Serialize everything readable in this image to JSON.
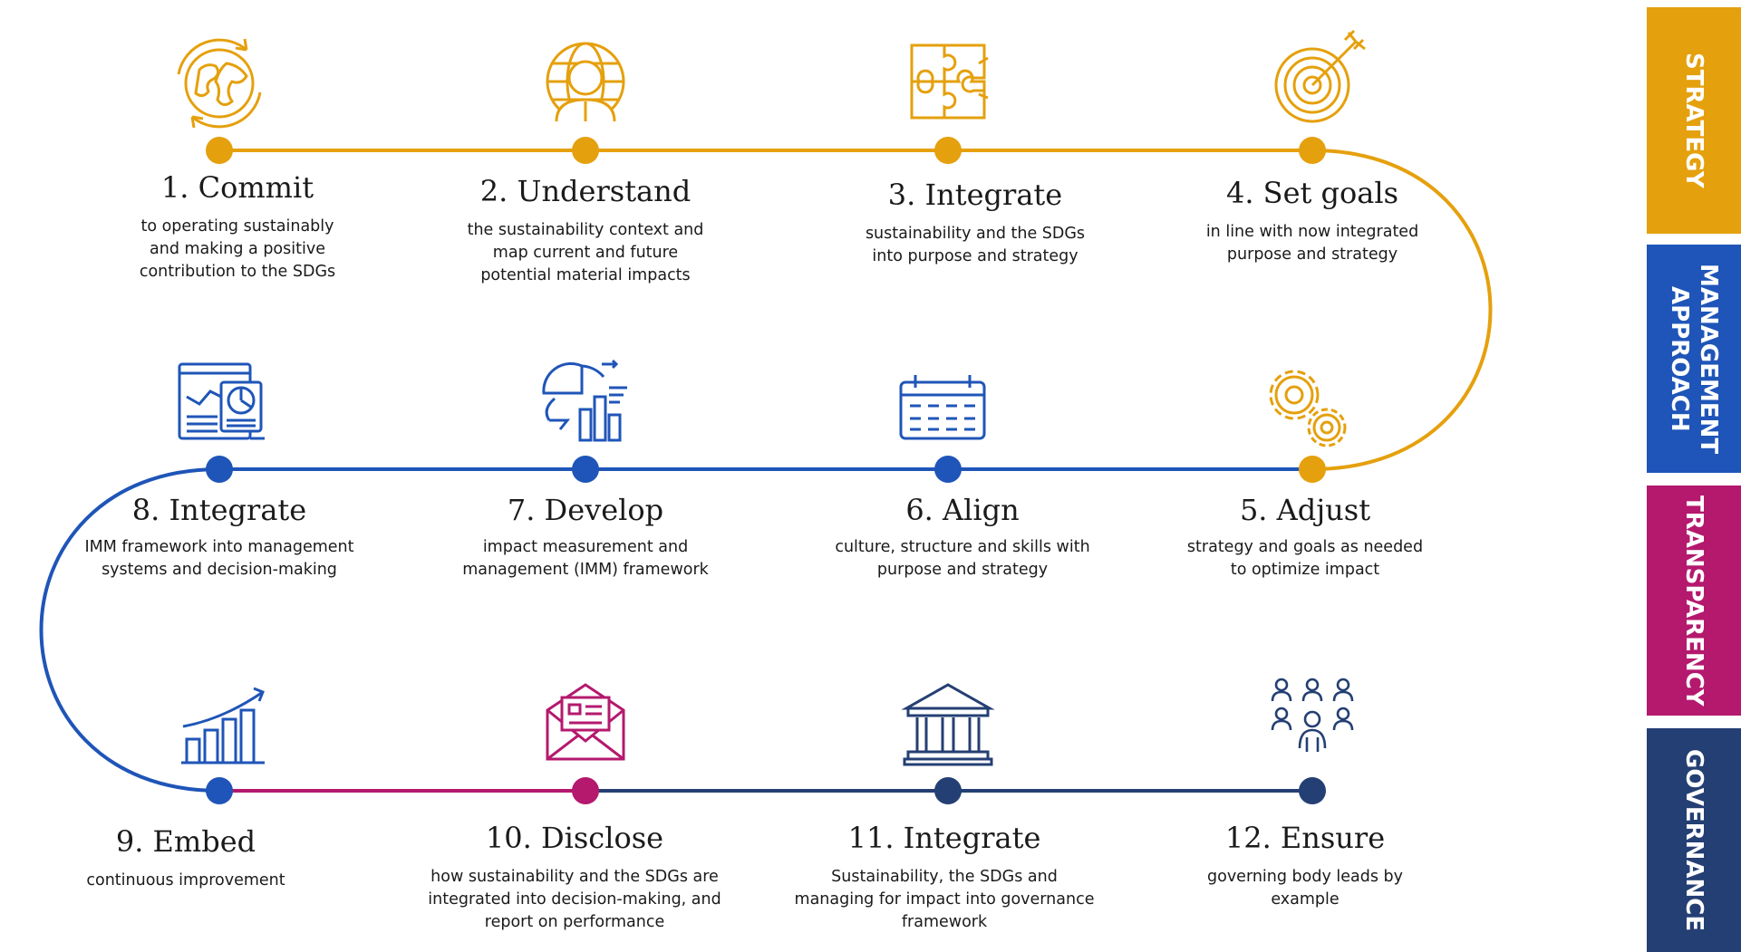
{
  "colors": {
    "strategy": "#E5A00D",
    "management": "#1F55B8",
    "transparency": "#B4196E",
    "governance": "#243F73"
  },
  "steps": [
    {
      "title": "1. Commit",
      "desc": "to operating sustainably\nand making a positive\ncontribution to the SDGs",
      "icon": "globe-icon"
    },
    {
      "title": "2. Understand",
      "desc": "the sustainability context and\nmap current and future\npotential material impacts",
      "icon": "person-globe-icon"
    },
    {
      "title": "3. Integrate",
      "desc": "sustainability and the SDGs\ninto purpose and strategy",
      "icon": "puzzle-icon"
    },
    {
      "title": "4. Set goals",
      "desc": "in line with now integrated\npurpose and strategy",
      "icon": "target-icon"
    },
    {
      "title": "5. Adjust",
      "desc": "strategy and goals as needed\nto optimize impact",
      "icon": "gears-icon"
    },
    {
      "title": "6. Align",
      "desc": "culture, structure and skills with\npurpose and strategy",
      "icon": "calendar-icon"
    },
    {
      "title": "7. Develop",
      "desc": "impact measurement and\nmanagement (IMM) framework",
      "icon": "analytics-icon"
    },
    {
      "title": "8. Integrate",
      "desc": "IMM framework into management\nsystems and decision-making",
      "icon": "dashboard-icon"
    },
    {
      "title": "9. Embed",
      "desc": "continuous improvement",
      "icon": "growth-chart-icon"
    },
    {
      "title": "10. Disclose",
      "desc": "how sustainability and the SDGs are\nintegrated into decision-making, and\nreport on performance",
      "icon": "envelope-icon"
    },
    {
      "title": "11. Integrate",
      "desc": "Sustainability, the SDGs and\nmanaging for impact into governance\nframework",
      "icon": "institution-icon"
    },
    {
      "title": "12. Ensure",
      "desc": "governing body leads by\nexample",
      "icon": "people-group-icon"
    }
  ],
  "side_tabs": [
    {
      "label": "STRATEGY"
    },
    {
      "label": "MANAGEMENT\nAPPROACH"
    },
    {
      "label": "TRANSPARENCY"
    },
    {
      "label": "GOVERNANCE"
    }
  ]
}
